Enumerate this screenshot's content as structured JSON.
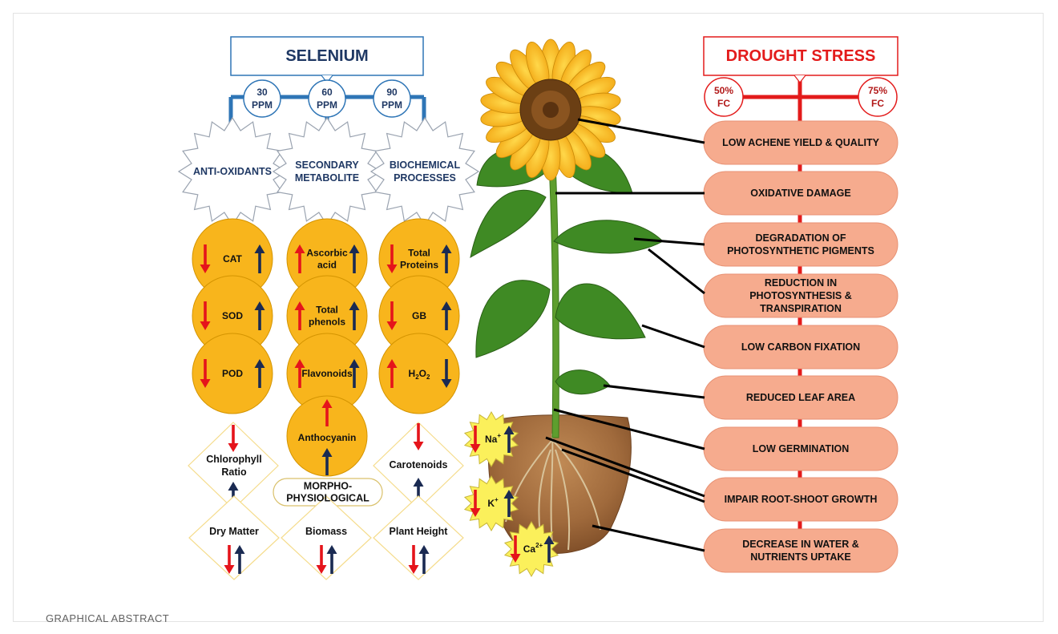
{
  "caption": "GRAPHICAL ABSTRACT",
  "selenium": {
    "title": "SELENIUM",
    "doses": [
      {
        "value": "30",
        "unit": "PPM"
      },
      {
        "value": "60",
        "unit": "PPM"
      },
      {
        "value": "90",
        "unit": "PPM"
      }
    ],
    "categories": [
      {
        "lines": [
          "ANTI-OXIDANTS"
        ]
      },
      {
        "lines": [
          "SECONDARY",
          "METABOLITE"
        ]
      },
      {
        "lines": [
          "BIOCHEMICAL",
          "PROCESSES"
        ]
      }
    ],
    "columns": [
      [
        {
          "label": [
            "CAT"
          ],
          "left": "down",
          "right": "up"
        },
        {
          "label": [
            "SOD"
          ],
          "left": "down",
          "right": "up"
        },
        {
          "label": [
            "POD"
          ],
          "left": "down",
          "right": "up"
        }
      ],
      [
        {
          "label": [
            "Ascorbic",
            "acid"
          ],
          "left": "up",
          "right": "up"
        },
        {
          "label": [
            "Total",
            "phenols"
          ],
          "left": "up",
          "right": "up"
        },
        {
          "label": [
            "Flavonoids"
          ],
          "left": "up",
          "right": "up"
        }
      ],
      [
        {
          "label": [
            "Total",
            "Proteins"
          ],
          "left": "down",
          "right": "up"
        },
        {
          "label": [
            "GB"
          ],
          "left": "down",
          "right": "up"
        },
        {
          "label": [
            "H2O2"
          ],
          "left": "up",
          "right": "down"
        }
      ]
    ],
    "anthocyanin": "Anthocyanin",
    "morpho": [
      "MORPHO-",
      "PHYSIOLOGICAL"
    ],
    "diamonds": [
      {
        "label": [
          "Chlorophyll",
          "Ratio"
        ]
      },
      {
        "label": [
          "Carotenoids"
        ]
      },
      {
        "label": [
          "Dry Matter"
        ]
      },
      {
        "label": [
          "Biomass"
        ]
      },
      {
        "label": [
          "Plant Height"
        ]
      }
    ]
  },
  "ions": [
    {
      "symbol": "Na",
      "charge": "+"
    },
    {
      "symbol": "K",
      "charge": "+"
    },
    {
      "symbol": "Ca",
      "charge": "2+"
    }
  ],
  "drought": {
    "title": "DROUGHT STRESS",
    "levels": [
      {
        "value": "50%",
        "unit": "FC"
      },
      {
        "value": "75%",
        "unit": "FC"
      }
    ],
    "effects": [
      [
        "LOW ACHENE YIELD & QUALITY"
      ],
      [
        "OXIDATIVE DAMAGE"
      ],
      [
        "DEGRADATION OF",
        "PHOTOSYNTHETIC PIGMENTS"
      ],
      [
        "REDUCTION IN",
        "PHOTOSYNTHESIS &",
        "TRANSPIRATION"
      ],
      [
        "LOW CARBON FIXATION"
      ],
      [
        "REDUCED LEAF AREA"
      ],
      [
        "LOW GERMINATION"
      ],
      [
        "IMPAIR ROOT-SHOOT GROWTH"
      ],
      [
        "DECREASE IN WATER &",
        "NUTRIENTS UPTAKE"
      ]
    ]
  },
  "colors": {
    "selenium_blue": "#2e75b6",
    "title_navy": "#1f3864",
    "drought_red": "#e31b1b",
    "circle_gold": "#f8b51c",
    "effect_salmon": "#f6ab8e",
    "arrow_red": "#e5141b",
    "arrow_navy": "#1a2a52",
    "diamond_border": "#f5dc8c",
    "star_yellow": "#fbf05b"
  }
}
